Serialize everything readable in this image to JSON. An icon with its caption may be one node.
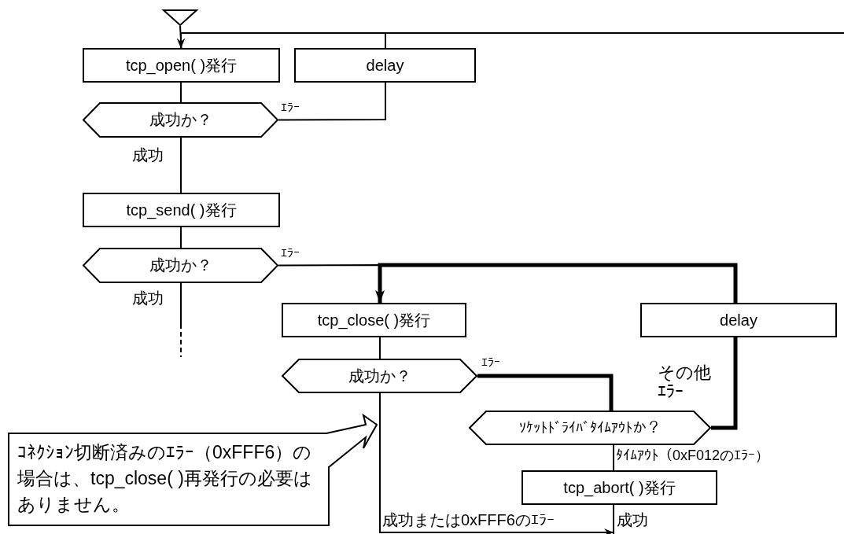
{
  "diagram": {
    "nodes": [
      {
        "text": [],
        "shape": "triangle"
      },
      {
        "text": [
          "tcp_open( )発行"
        ]
      },
      {
        "text": [
          "delay"
        ]
      },
      {
        "text": [
          "成功か？"
        ]
      },
      {
        "text": [
          "tcp_send( )発行"
        ]
      },
      {
        "text": [
          "成功か？"
        ]
      },
      {
        "text": [
          "tcp_close( )発行"
        ]
      },
      {
        "text": [
          "delay"
        ]
      },
      {
        "text": [
          "成功か？"
        ]
      },
      {
        "text": [
          "ｿｹｯﾄﾄﾞﾗｲﾊﾞﾀｲﾑｱｳﾄか？"
        ]
      },
      {
        "text": [
          "tcp_abort( )発行"
        ]
      },
      {
        "text": [
          "ｺﾈｸｼｮﾝ切断済みのｴﾗｰ（0xFFF6）の場合は、tcp_close( )再発行の必要はありません。"
        ]
      }
    ],
    "edges": [
      {
        "from": 0,
        "to": 1,
        "arrow": "none"
      },
      {
        "from": 2,
        "to": 1,
        "arrow": "to"
      },
      {
        "from": null,
        "to": 1,
        "arrow": "to"
      },
      {
        "from": 1,
        "to": 3,
        "arrow": "none"
      },
      {
        "from": 3,
        "to": 2,
        "arrow": "none",
        "label": "ｴﾗｰ"
      },
      {
        "from": 3,
        "to": 4,
        "arrow": "none",
        "label": "成功"
      },
      {
        "from": 4,
        "to": 5,
        "arrow": "none"
      },
      {
        "from": 5,
        "to": 6,
        "arrow": "none",
        "label": "ｴﾗｰ"
      },
      {
        "from": 7,
        "to": 6,
        "arrow": "to",
        "style": "thick"
      },
      {
        "from": 5,
        "to": null,
        "arrow": "none",
        "label": "成功",
        "style": "dashed"
      },
      {
        "from": 6,
        "to": 8,
        "arrow": "none"
      },
      {
        "from": 8,
        "to": 9,
        "arrow": "none",
        "label": "ｴﾗｰ",
        "style": "thick"
      },
      {
        "from": 9,
        "to": 7,
        "arrow": "none",
        "label": "その他ｴﾗｰ",
        "style": "thick"
      },
      {
        "from": 9,
        "to": 10,
        "arrow": "none",
        "label": "ﾀｲﾑｱｳﾄ（0xF012のｴﾗｰ）"
      },
      {
        "from": 8,
        "to": null,
        "arrow": "to",
        "label": "成功または0xFFF6のｴﾗｰ"
      },
      {
        "from": 10,
        "to": null,
        "arrow": "none",
        "label": "成功"
      }
    ]
  }
}
